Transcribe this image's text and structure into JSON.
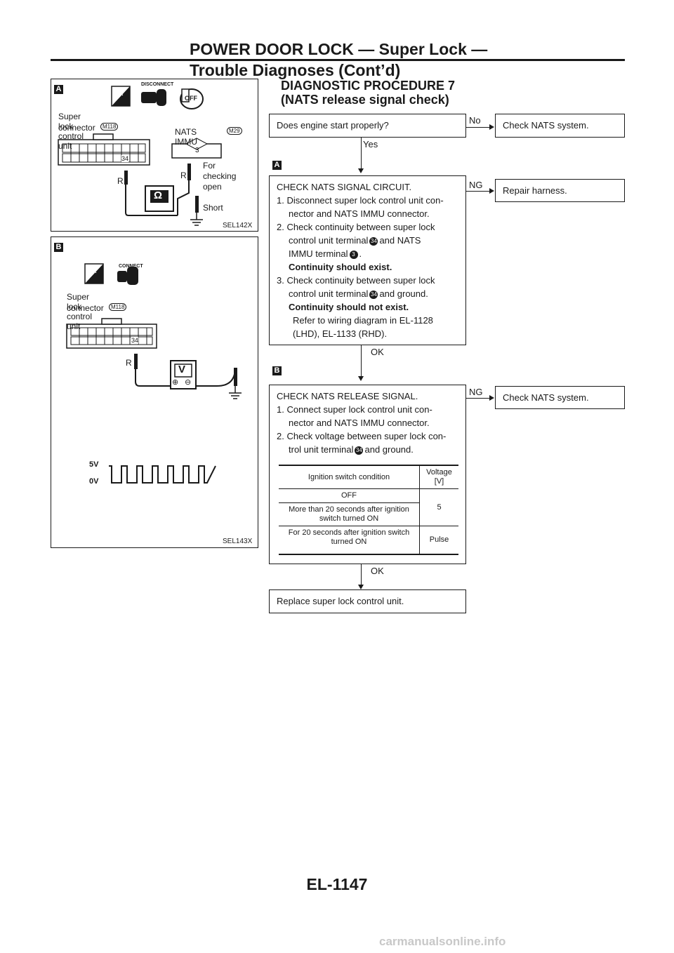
{
  "header": {
    "line1": "POWER DOOR LOCK — Super Lock —",
    "line2": "Trouble Diagnoses (Cont’d)"
  },
  "page_number": "EL-1147",
  "watermark": "carmanualsonline.info",
  "procedure": {
    "title1": "DIAGNOSTIC PROCEDURE 7",
    "title2": "(NATS release signal check)"
  },
  "step1": {
    "question": "Does engine start properly?",
    "yes_label": "Yes",
    "no_label": "No",
    "no_action": "Check NATS system."
  },
  "step2": {
    "marker": "A",
    "title": "CHECK NATS SIGNAL CIRCUIT.",
    "l1a": "1. Disconnect super lock control unit con-",
    "l1b": "nector and NATS IMMU connector.",
    "l2a": "2. Check continuity between super lock",
    "l2b_pre": "control unit terminal",
    "l2b_term": "34",
    "l2b_post": "and NATS",
    "l2c_pre": "IMMU terminal",
    "l2c_term": "3",
    "l2c_post": ".",
    "l2d": "Continuity should exist.",
    "l3a": "3. Check continuity between super lock",
    "l3b_pre": "control unit terminal",
    "l3b_term": "34",
    "l3b_post": "and ground.",
    "l3c": "Continuity should not exist.",
    "l3d": "Refer to wiring diagram in EL-1128",
    "l3e": "(LHD), EL-1133 (RHD).",
    "ok_label": "OK",
    "ng_label": "NG",
    "ng_action": "Repair harness."
  },
  "step3": {
    "marker": "B",
    "title": "CHECK NATS RELEASE SIGNAL.",
    "l1a": "1. Connect super lock control unit con-",
    "l1b": "nector and NATS IMMU connector.",
    "l2a": "2. Check voltage between super lock con-",
    "l2b_pre": "trol unit terminal",
    "l2b_term": "34",
    "l2b_post": "and ground.",
    "table": {
      "col1": "Ignition switch condition",
      "col2a": "Voltage",
      "col2b": "[V]",
      "r1": "OFF",
      "r2a": "More than 20 seconds after ignition",
      "r2b": "switch turned ON",
      "r12v": "5",
      "r3a": "For 20 seconds after ignition switch",
      "r3b": "turned ON",
      "r3v": "Pulse"
    },
    "ok_label": "OK",
    "ng_label": "NG",
    "ng_action": "Check NATS system."
  },
  "step4": {
    "action": "Replace super lock control unit."
  },
  "figA": {
    "marker": "A",
    "code": "SEL142X",
    "hs": "H.S.",
    "disconnect": "DISCONNECT",
    "off": "OFF",
    "unit1": "Super lock control unit",
    "unit2": "connector",
    "unit_conn": "M118",
    "immu": "NATS IMMU",
    "immu_conn": "M29",
    "pin3": "3",
    "pin34": "34",
    "r1": "R",
    "r2": "R",
    "for1": "For",
    "for2": "checking",
    "for3": "open",
    "short": "Short",
    "ohm": "Ω"
  },
  "figB": {
    "marker": "B",
    "code": "SEL143X",
    "hs": "H.S.",
    "connect": "CONNECT",
    "unit1": "Super lock control unit",
    "unit2": "connector",
    "unit_conn": "M118",
    "pin34": "34",
    "r": "R",
    "v": "V",
    "plus": "⊕",
    "minus": "⊖",
    "v5": "5V",
    "v0": "0V"
  }
}
